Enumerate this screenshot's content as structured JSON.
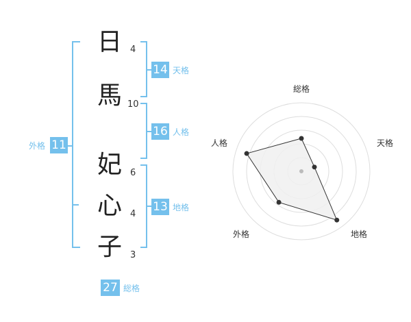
{
  "name": {
    "characters": [
      {
        "char": "日",
        "strokes": "4"
      },
      {
        "char": "馬",
        "strokes": "10"
      },
      {
        "char": "妃",
        "strokes": "6"
      },
      {
        "char": "心",
        "strokes": "4"
      },
      {
        "char": "子",
        "strokes": "3"
      }
    ]
  },
  "fortunes": {
    "tenkaku": {
      "value": "14",
      "label": "天格"
    },
    "jinkaku": {
      "value": "16",
      "label": "人格"
    },
    "chikaku": {
      "value": "13",
      "label": "地格"
    },
    "gaikaku": {
      "value": "11",
      "label": "外格"
    },
    "soukaku": {
      "value": "27",
      "label": "総格"
    }
  },
  "chart_data": {
    "type": "radar",
    "axes": [
      "総格",
      "天格",
      "地格",
      "外格",
      "人格"
    ],
    "values": [
      2.4,
      1.0,
      4.4,
      2.8,
      4.2
    ],
    "max": 5,
    "rings": 5,
    "colors": {
      "fill": "#f0f0f0",
      "line": "#333333",
      "ring": "#dddddd",
      "center": "#bbbbbb",
      "accent": "#74c0ec"
    }
  }
}
